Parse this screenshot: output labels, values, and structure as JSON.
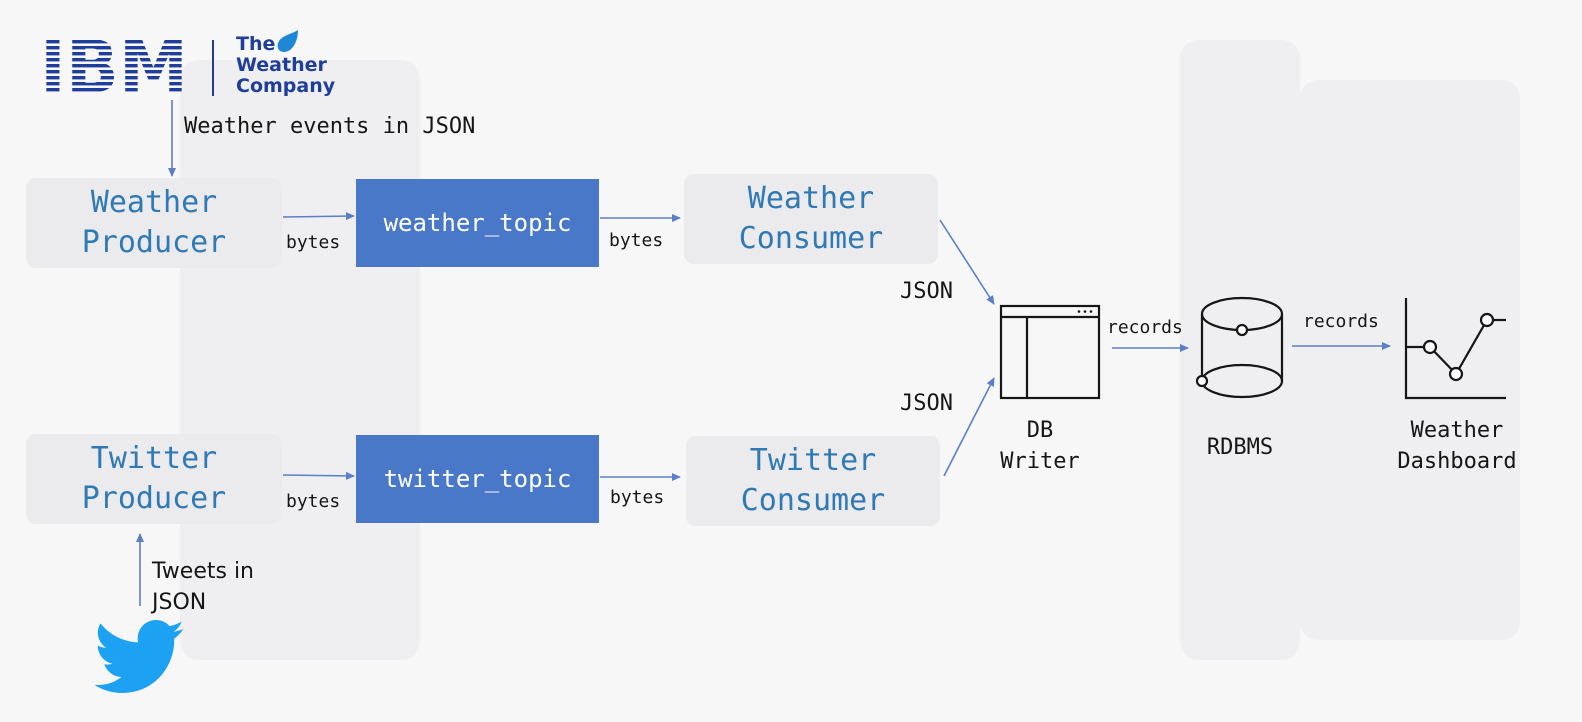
{
  "logos": {
    "ibm": "IBM",
    "weather_company": [
      "The",
      "Weather",
      "Company"
    ]
  },
  "labels": {
    "weather_events": "Weather events in JSON",
    "tweets": [
      "Tweets in",
      "JSON"
    ],
    "bytes": "bytes",
    "json": "JSON",
    "records": "records"
  },
  "nodes": {
    "weather_producer": [
      "Weather",
      "Producer"
    ],
    "twitter_producer": [
      "Twitter",
      "Producer"
    ],
    "weather_topic": "weather_topic",
    "twitter_topic": "twitter_topic",
    "weather_consumer": [
      "Weather",
      "Consumer"
    ],
    "twitter_consumer": [
      "Twitter",
      "Consumer"
    ],
    "db_writer": [
      "DB",
      "Writer"
    ],
    "rdbms": "RDBMS",
    "dashboard": [
      "Weather",
      "Dashboard"
    ]
  },
  "colors": {
    "accent_blue": "#4a78c8",
    "node_text": "#2f79b5",
    "ibm_blue": "#1f3e99",
    "twitter_blue": "#1da1f2",
    "arrow": "#5b7fc7"
  },
  "icons": [
    "ibm-logo-icon",
    "weather-company-drop-icon",
    "twitter-bird-icon",
    "window-icon",
    "database-icon",
    "line-chart-icon"
  ]
}
